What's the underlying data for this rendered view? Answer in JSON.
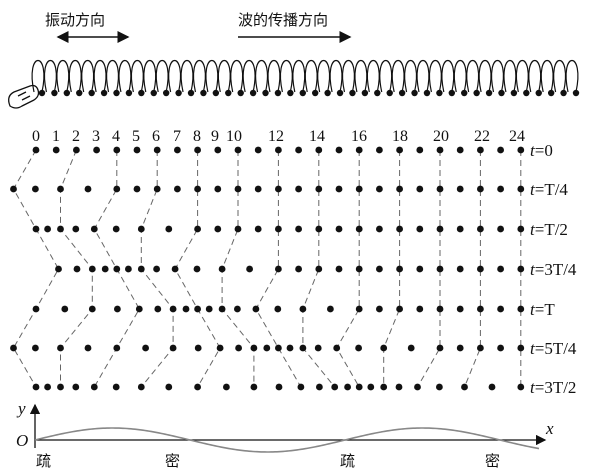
{
  "header": {
    "vibration_label": "振动方向",
    "propagation_label": "波的传播方向"
  },
  "particle_numbers": [
    "0",
    "1",
    "2",
    "3",
    "4",
    "5",
    "6",
    "7",
    "8",
    "9",
    "10",
    "12",
    "14",
    "16",
    "18",
    "20",
    "22",
    "24"
  ],
  "time_rows": [
    {
      "pre": "t",
      "expr": "=0"
    },
    {
      "pre": "t",
      "expr": "=T/4"
    },
    {
      "pre": "t",
      "expr": "=T/2"
    },
    {
      "pre": "t",
      "expr": "=3T/4"
    },
    {
      "pre": "t",
      "expr": "=T"
    },
    {
      "pre": "t",
      "expr": "=5T/4"
    },
    {
      "pre": "t",
      "expr": "=3T/2"
    }
  ],
  "axis": {
    "y_label": "y",
    "x_label": "x",
    "origin_label": "O"
  },
  "density_labels": [
    "疏",
    "密",
    "疏",
    "密"
  ],
  "colors": {
    "ink": "#111111",
    "wave": "#888888",
    "dash": "#666666"
  },
  "icons": [
    "hand-icon"
  ]
}
